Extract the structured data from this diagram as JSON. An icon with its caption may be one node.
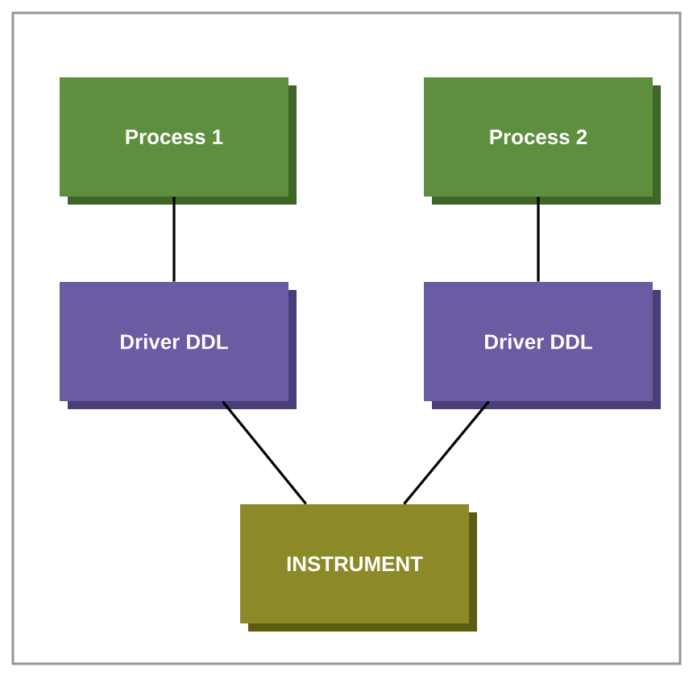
{
  "diagram": {
    "nodes": [
      {
        "text": [
          "Process 1"
        ]
      },
      {
        "text": [
          "Process 2"
        ]
      },
      {
        "text": [
          "Driver DDL"
        ]
      },
      {
        "text": [
          "Driver DDL"
        ]
      },
      {
        "text": [
          "INSTRUMENT"
        ]
      }
    ],
    "edges": [
      {
        "from": 0,
        "to": 2,
        "arrow": "none"
      },
      {
        "from": 1,
        "to": 3,
        "arrow": "none"
      },
      {
        "from": 2,
        "to": 4,
        "arrow": "none"
      },
      {
        "from": 3,
        "to": 4,
        "arrow": "none"
      }
    ]
  }
}
